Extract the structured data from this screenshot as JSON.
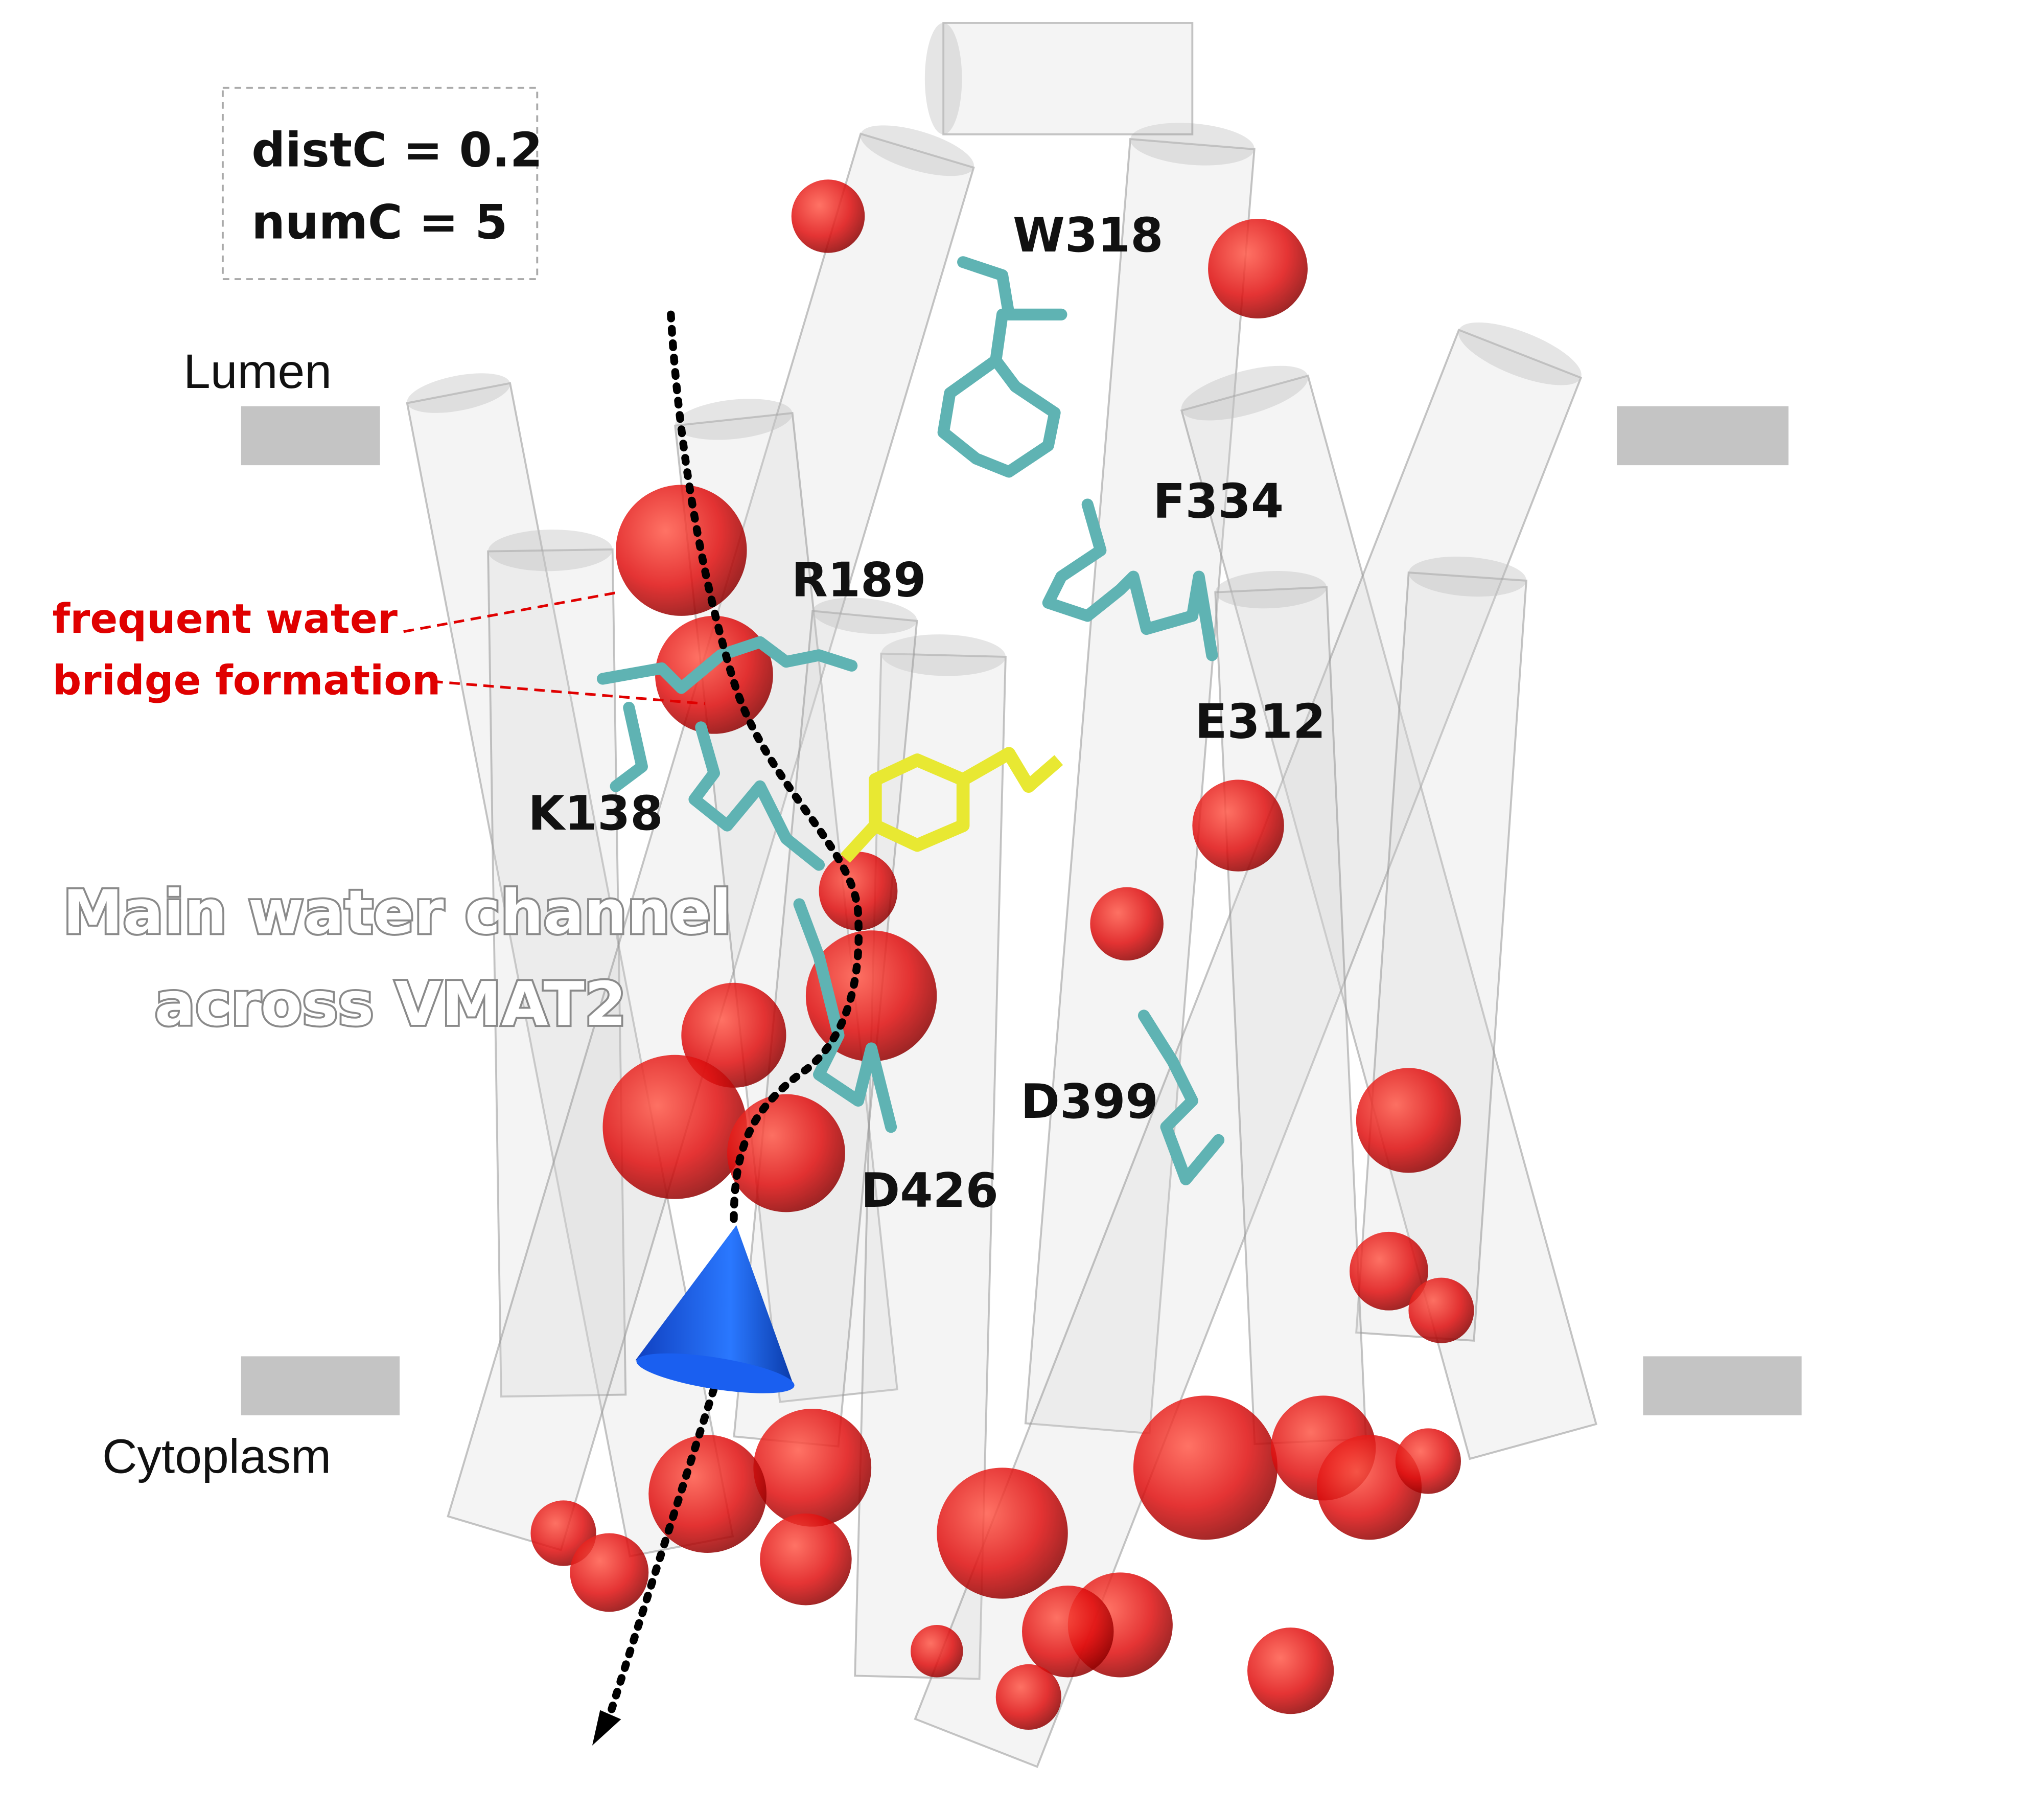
{
  "parameters": {
    "distC": "distC = 0.2",
    "numC": "numC = 5"
  },
  "membrane": {
    "top_label": "Lumen",
    "bottom_label": "Cytoplasm"
  },
  "residues": {
    "w318": "W318",
    "f334": "F334",
    "r189": "R189",
    "e312": "E312",
    "k138": "K138",
    "d399": "D399",
    "d426": "D426"
  },
  "annotation": {
    "line1": "frequent water",
    "line2": "bridge formation",
    "color": "#e00000"
  },
  "channel_title": {
    "line1": "Main water channel",
    "line2": "across VMAT2"
  },
  "colors": {
    "helix": "#d8d8d8",
    "water": "#e01010",
    "residue": "#5fb3b3",
    "ligand": "#e8e832",
    "cone": "#1a5ff0",
    "membrane_bar": "#c4c4c4"
  }
}
